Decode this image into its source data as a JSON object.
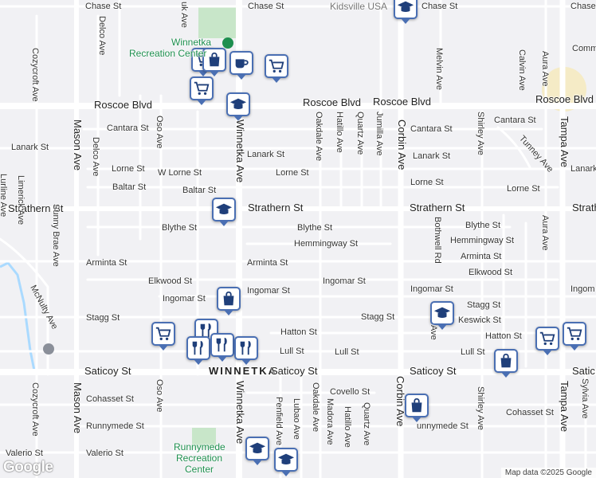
{
  "places": {
    "winnetka_rec": "Winnetka",
    "winnetka_rec2": "Recreation Center",
    "runnymede_1": "Runnymede",
    "runnymede_2": "Recreation",
    "runnymede_3": "Center",
    "kidsville": "Kidsville USA",
    "city": "WINNETKA"
  },
  "streets": {
    "chase_1": "Chase St",
    "chase_2": "Chase St",
    "chase_3": "Chase St",
    "chase_4": "Chase St",
    "roscoe_1": "Roscoe Blvd",
    "roscoe_2": "Roscoe Blvd",
    "roscoe_3": "Roscoe Blvd",
    "roscoe_4": "Roscoe Blvd",
    "cantara_1": "Cantara St",
    "cantara_2": "Cantara St",
    "cantara_3": "Cantara St",
    "lanark_1": "Lanark St",
    "lanark_2": "Lanark St",
    "lanark_3": "Lanark St",
    "lanark_4": "Lanark",
    "lorne_1": "Lorne St",
    "lorne_w": "W Lorne St",
    "lorne_2": "Lorne St",
    "lorne_3": "Lorne St",
    "lorne_4": "Lorne St",
    "baltar_1": "Baltar St",
    "baltar_2": "Baltar St",
    "strathern_1": "Strathern St",
    "strathern_2": "Strathern St",
    "strathern_3": "Strathern St",
    "strathern_4": "Strath",
    "blythe_1": "Blythe St",
    "blythe_2": "Blythe St",
    "blythe_3": "Blythe St",
    "hemmingway_1": "Hemmingway St",
    "hemmingway_2": "Hemmingway St",
    "arminta_1": "Arminta St",
    "arminta_2": "Arminta St",
    "arminta_3": "Arminta St",
    "elkwood_1": "Elkwood St",
    "elkwood_2": "Elkwood St",
    "ingomar_1": "Ingomar St",
    "ingomar_2": "Ingomar St",
    "ingomar_3": "Ingomar St",
    "ingomar_4": "Ingomar St",
    "ingomar_5": "Ingom",
    "stagg_1": "Stagg St",
    "stagg_2": "Stagg St",
    "stagg_3": "Stagg St",
    "keswick": "Keswick St",
    "hatton_1": "Hatton St",
    "hatton_2": "Hatton St",
    "lull_1": "Lull St",
    "lull_2": "Lull St",
    "lull_3": "Lull St",
    "saticoy_1": "Saticoy St",
    "saticoy_2": "Saticoy St",
    "saticoy_3": "Saticoy St",
    "saticoy_4": "Satic",
    "covello": "Covello St",
    "cohasset_1": "Cohasset St",
    "cohasset_2": "Cohasset St",
    "runnymede_st1": "Runnymede St",
    "runnymede_st2": "unnymede St",
    "valerio_1": "Valerio St",
    "valerio_2": "Valerio St",
    "comm": "Comm",
    "delco_1": "Delco Ave",
    "delco_2": "Delco Ave",
    "cozycroft_1": "Cozycroft Ave",
    "cozycroft_2": "Cozycroft Ave",
    "mason_1": "Mason Ave",
    "mason_2": "Mason Ave",
    "oso_1": "Oso Ave",
    "oso_2": "Oso Ave",
    "winnetka_ave_1": "Winnetka Ave",
    "winnetka_ave_2": "Winnetka Ave",
    "oakdale_1": "Oakdale Ave",
    "oakdale_2": "Oakdale Ave",
    "hatillo_1": "Hatillo Ave",
    "hatillo_2": "Hatillo Ave",
    "quartz_1": "Quartz Ave",
    "quartz_2": "Quartz Ave",
    "jumilla": "Jumilla Ave",
    "corbin_1": "Corbin Ave",
    "corbin_2": "Corbin Ave",
    "melvin": "Melvin Ave",
    "calvin": "Calvin Ave",
    "aura_1": "Aura Ave",
    "aura_2": "Aura Ave",
    "tampa_1": "Tampa Ave",
    "tampa_2": "Tampa Ave",
    "shirley_1": "Shirley Ave",
    "shirley_2": "Shirley Ave",
    "tunney": "Tunney Ave",
    "bothwell": "Bothwell Rd",
    "sylvia": "Sylvia Ave",
    "limerick": "Limerick Ave",
    "lurline": "Lurline Ave",
    "sunny_brae": "Sunny Brae Ave",
    "mcnulty": "McNulty Ave",
    "penfield": "Penfield Ave",
    "lubao": "Lubao Ave",
    "madora": "Madora Ave",
    "uk_ave": "uk Ave",
    "ave_short": "Ave"
  },
  "pins": [
    {
      "kind": "shopping-cart-icon"
    },
    {
      "kind": "shopping-bag-icon"
    },
    {
      "kind": "coffee-cup-icon"
    },
    {
      "kind": "shopping-cart-icon"
    },
    {
      "kind": "school-cap-icon"
    },
    {
      "kind": "school-cap-icon"
    },
    {
      "kind": "shopping-bag-icon"
    },
    {
      "kind": "restaurant-icon"
    },
    {
      "kind": "shopping-cart-icon"
    },
    {
      "kind": "school-cap-icon"
    },
    {
      "kind": "shopping-bag-icon"
    },
    {
      "kind": "shopping-bag-icon"
    },
    {
      "kind": "shopping-cart-icon"
    },
    {
      "kind": "school-cap-icon"
    },
    {
      "kind": "school-cap-icon"
    }
  ],
  "logo": "Google",
  "attribution": "Map data ©2025 Google",
  "colors": {
    "road_major": "#ffffff",
    "road_minor": "#ffffff",
    "background": "#f1f1f4",
    "park": "#c8e6c9",
    "water": "#aadaff",
    "pin_border": "#4a6fb3",
    "pin_icon": "#1f3f7a",
    "highlight": "#f7e6a1"
  }
}
